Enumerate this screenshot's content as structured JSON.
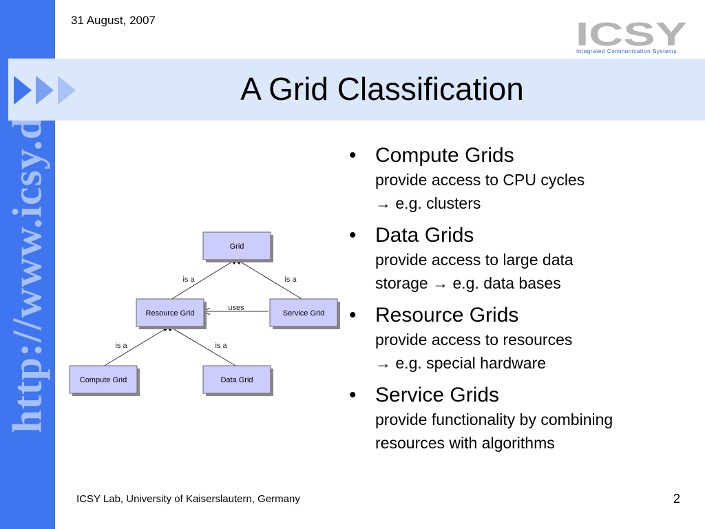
{
  "sidebar": {
    "url_text": "http://www.icsy.de",
    "color": "#3f75ee",
    "text_color": "#a6c0fa"
  },
  "header": {
    "date": "31 August, 2007",
    "logo_text": "ICSY",
    "logo_tagline": "Integrated Communication Systems",
    "title": "A Grid Classification"
  },
  "diagram": {
    "nodes": {
      "grid": "Grid",
      "resource": "Resource Grid",
      "service": "Service Grid",
      "compute": "Compute Grid",
      "data": "Data Grid"
    },
    "edges": {
      "resource_grid": "is a",
      "service_grid": "is a",
      "uses": "uses",
      "compute_resource": "is a",
      "data_resource": "is a"
    },
    "node_fill": "#ccccff"
  },
  "bullets": [
    {
      "title": "Compute Grids",
      "lines": [
        "provide access to CPU cycles",
        "→ e.g. clusters"
      ]
    },
    {
      "title": "Data Grids",
      "lines": [
        "provide access to large data",
        "storage → e.g. data bases"
      ]
    },
    {
      "title": "Resource Grids",
      "lines": [
        "provide access to resources",
        "→ e.g. special hardware"
      ]
    },
    {
      "title": "Service Grids",
      "lines": [
        "provide functionality by combining",
        "resources with algorithms"
      ]
    }
  ],
  "footer": {
    "text": "ICSY Lab, University of Kaiserslautern, Germany",
    "page_number": "2"
  }
}
